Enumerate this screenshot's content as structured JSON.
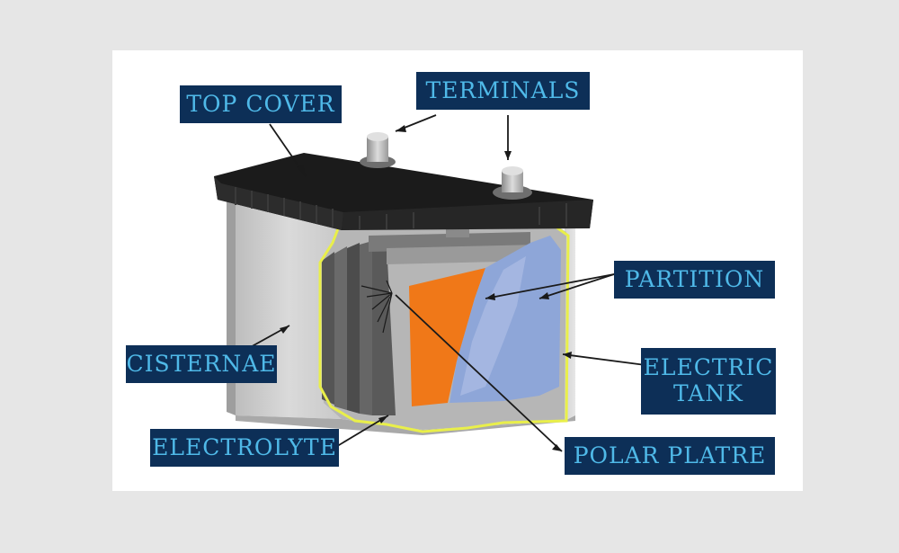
{
  "labels": {
    "top_cover": "TOP COVER",
    "terminals": "TERMINALS",
    "partition": "PARTITION",
    "cisternae": "CISTERNAE",
    "electric_tank_line1": "ELECTRIC",
    "electric_tank_line2": "TANK",
    "electrolyte": "ELECTROLYTE",
    "polar_platre": "POLAR PLATRE"
  },
  "colors": {
    "label_bg": "#0d2f57",
    "label_text": "#4fb9e8",
    "cover": "#1b1b1b",
    "case": "#cfcfcf",
    "plate_orange": "#f07818",
    "partition_blue": "#8ea6d8",
    "outline_yellow": "#e9ef4a"
  }
}
